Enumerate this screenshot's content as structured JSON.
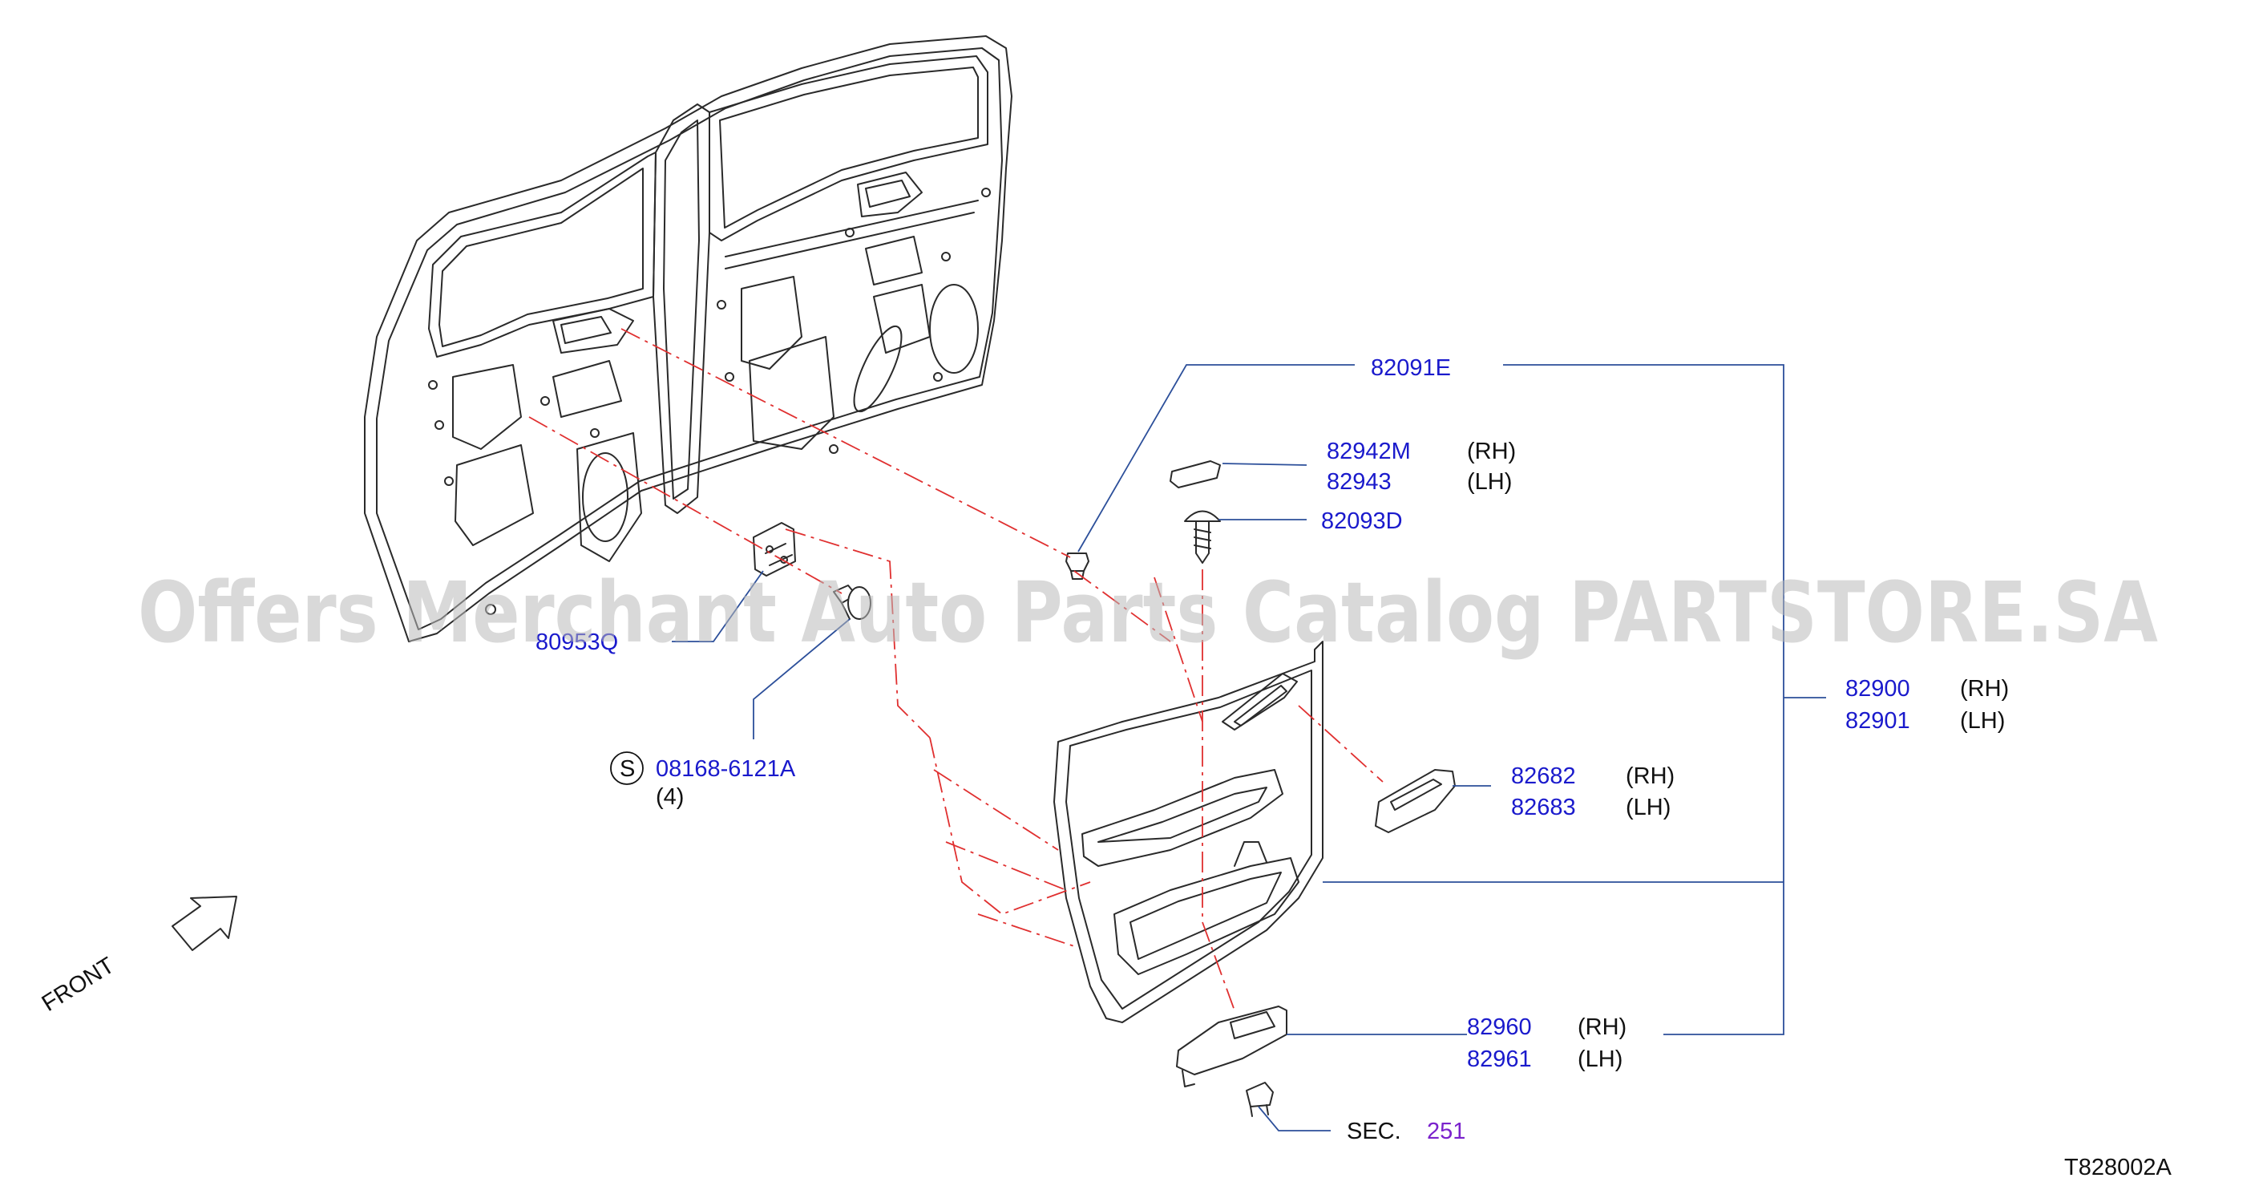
{
  "watermark": "Offers Merchant Auto Parts Catalog PARTSTORE.SA",
  "diagram_code": "T828002A",
  "front_label": "FRONT",
  "parts": {
    "p82091e": "82091E",
    "p82942m": "82942M",
    "p82943": "82943",
    "p82093d": "82093D",
    "p80953q": "80953Q",
    "p08168": "08168-6121A",
    "p08168_circle": "S",
    "p08168_qty": "(4)",
    "p82900": "82900",
    "p82901": "82901",
    "p82682": "82682",
    "p82683": "82683",
    "p82960": "82960",
    "p82961": "82961",
    "sec_label": "SEC.",
    "sec_number": "251"
  },
  "sides": {
    "rh": "(RH)",
    "lh": "(LH)"
  },
  "colors": {
    "part_number": "#1a1acc",
    "leader_line": "#2c4f9a",
    "phantom_line": "#e03030",
    "section_ref": "#7a22cc",
    "watermark": "#b9b9b9"
  }
}
